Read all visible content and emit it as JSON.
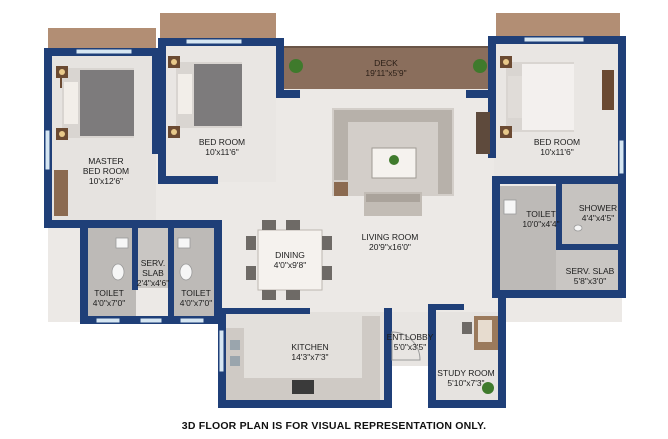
{
  "colors": {
    "wall": "#1f3f78",
    "floor": "#ece9e6",
    "deck": "#8a6e5c",
    "balcony": "#b28e74",
    "bed_grey": "#7d7b7c",
    "bed_white": "#f3f0ee",
    "wood": "#6b4a32",
    "sofa": "#b7b1aa",
    "plant": "#3f7a2c"
  },
  "rooms": {
    "master_bed": {
      "name_line1": "MASTER",
      "name_line2": "BED ROOM",
      "dims": "10'x12'6\""
    },
    "bed_room_1": {
      "name": "BED ROOM",
      "dims": "10'x11'6\""
    },
    "deck": {
      "name": "DECK",
      "dims": "19'11\"x5'9\""
    },
    "bed_room_2": {
      "name": "BED ROOM",
      "dims": "10'x11'6\""
    },
    "living": {
      "name": "LIVING ROOM",
      "dims": "20'9\"x16'0\""
    },
    "dining": {
      "name": "DINING",
      "dims": "4'0\"x9'8\""
    },
    "toilet_left": {
      "name": "TOILET",
      "dims": "4'0\"x7'0\""
    },
    "serv_slab_left": {
      "name": "SERV.",
      "name_line2": "SLAB",
      "dims": "2'4\"x4'6\""
    },
    "toilet_mid": {
      "name": "TOILET",
      "dims": "4'0\"x7'0\""
    },
    "toilet_right": {
      "name": "TOILET",
      "dims": "10'0\"x4'4\""
    },
    "shower": {
      "name": "SHOWER",
      "dims": "4'4\"x4'5\""
    },
    "serv_slab_right": {
      "name": "SERV. SLAB",
      "dims": "5'8\"x3'0\""
    },
    "kitchen": {
      "name": "KITCHEN",
      "dims": "14'3\"x7'3\""
    },
    "ent_lobby": {
      "name": "ENT.LOBBY",
      "dims": "5'0\"x3'5\""
    },
    "study": {
      "name": "STUDY ROOM",
      "dims": "5'10\"x7'3\""
    }
  },
  "disclaimer": "3D FLOOR PLAN IS FOR VISUAL REPRESENTATION ONLY."
}
